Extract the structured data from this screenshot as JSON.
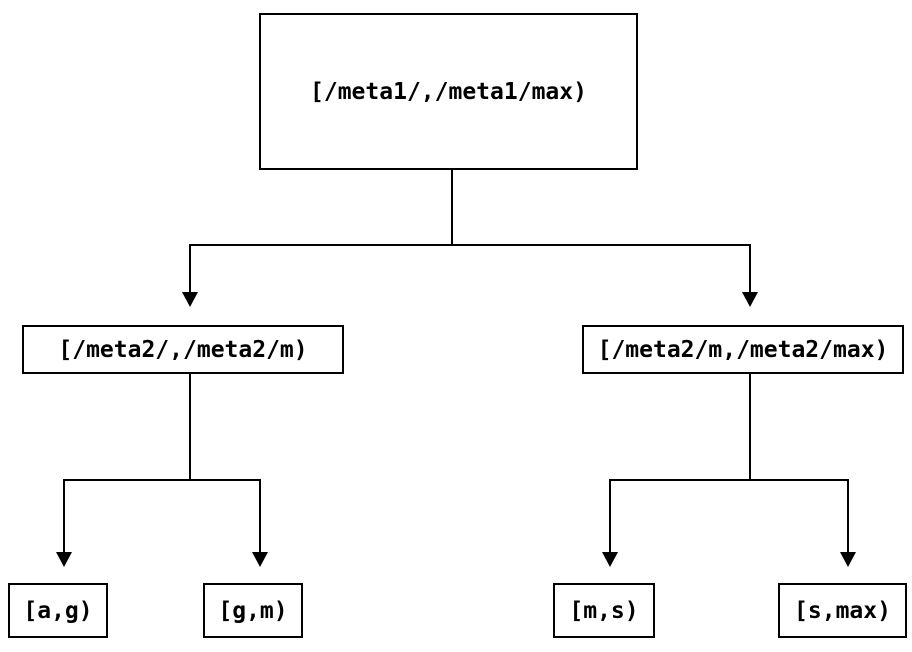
{
  "diagram": {
    "type": "tree",
    "description": "Key-range partition tree",
    "colors": {
      "background": "#ffffff",
      "node_fill": "#ffffff",
      "node_border": "#000000",
      "line": "#000000",
      "text": "#000000"
    },
    "nodes": {
      "root": {
        "label": "[/meta1/,/meta1/max)"
      },
      "meta2_low": {
        "label": "[/meta2/,/meta2/m)"
      },
      "meta2_high": {
        "label": "[/meta2/m,/meta2/max)"
      },
      "leaf_ag": {
        "label": "[a,g)"
      },
      "leaf_gm": {
        "label": "[g,m)"
      },
      "leaf_ms": {
        "label": "[m,s)"
      },
      "leaf_smax": {
        "label": "[s,max)"
      }
    },
    "edges": [
      {
        "from": "root",
        "to": "meta2_low"
      },
      {
        "from": "root",
        "to": "meta2_high"
      },
      {
        "from": "meta2_low",
        "to": "leaf_ag"
      },
      {
        "from": "meta2_low",
        "to": "leaf_gm"
      },
      {
        "from": "meta2_high",
        "to": "leaf_ms"
      },
      {
        "from": "meta2_high",
        "to": "leaf_smax"
      }
    ]
  }
}
